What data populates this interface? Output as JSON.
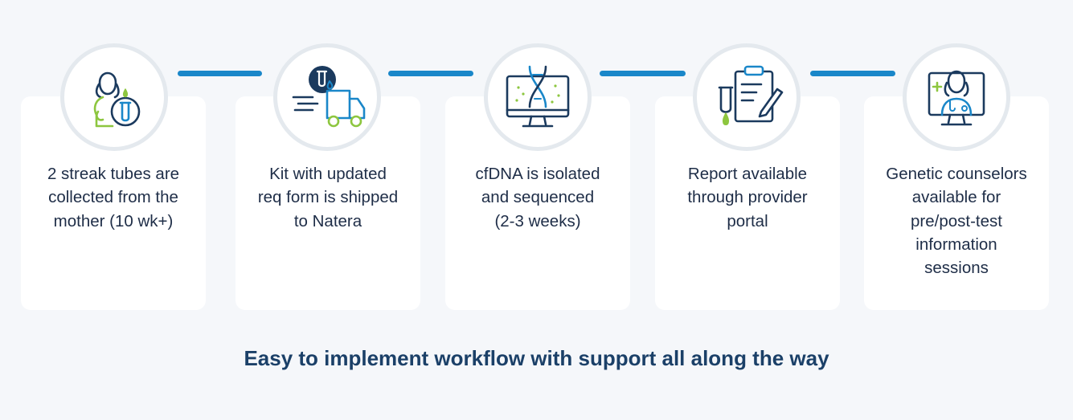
{
  "steps": [
    {
      "text": "2 streak tubes are\ncollected from the\nmother (10 wk+)",
      "icon": "pregnant-woman-test-tube-icon"
    },
    {
      "text": "Kit with updated\nreq form is shipped\nto Natera",
      "icon": "delivery-truck-icon"
    },
    {
      "text": "cfDNA is isolated\nand sequenced\n(2-3 weeks)",
      "icon": "dna-monitor-icon"
    },
    {
      "text": "Report available\nthrough provider\nportal",
      "icon": "clipboard-report-icon"
    },
    {
      "text": "Genetic counselors\navailable for\npre/post-test\ninformation\nsessions",
      "icon": "counselor-monitor-icon"
    }
  ],
  "footer": "Easy to implement workflow with support all along the way",
  "colors": {
    "navy": "#1b3a5e",
    "blue": "#1a87c9",
    "green": "#8dc63f",
    "background": "#f5f7fa",
    "text": "#1e2d47"
  }
}
